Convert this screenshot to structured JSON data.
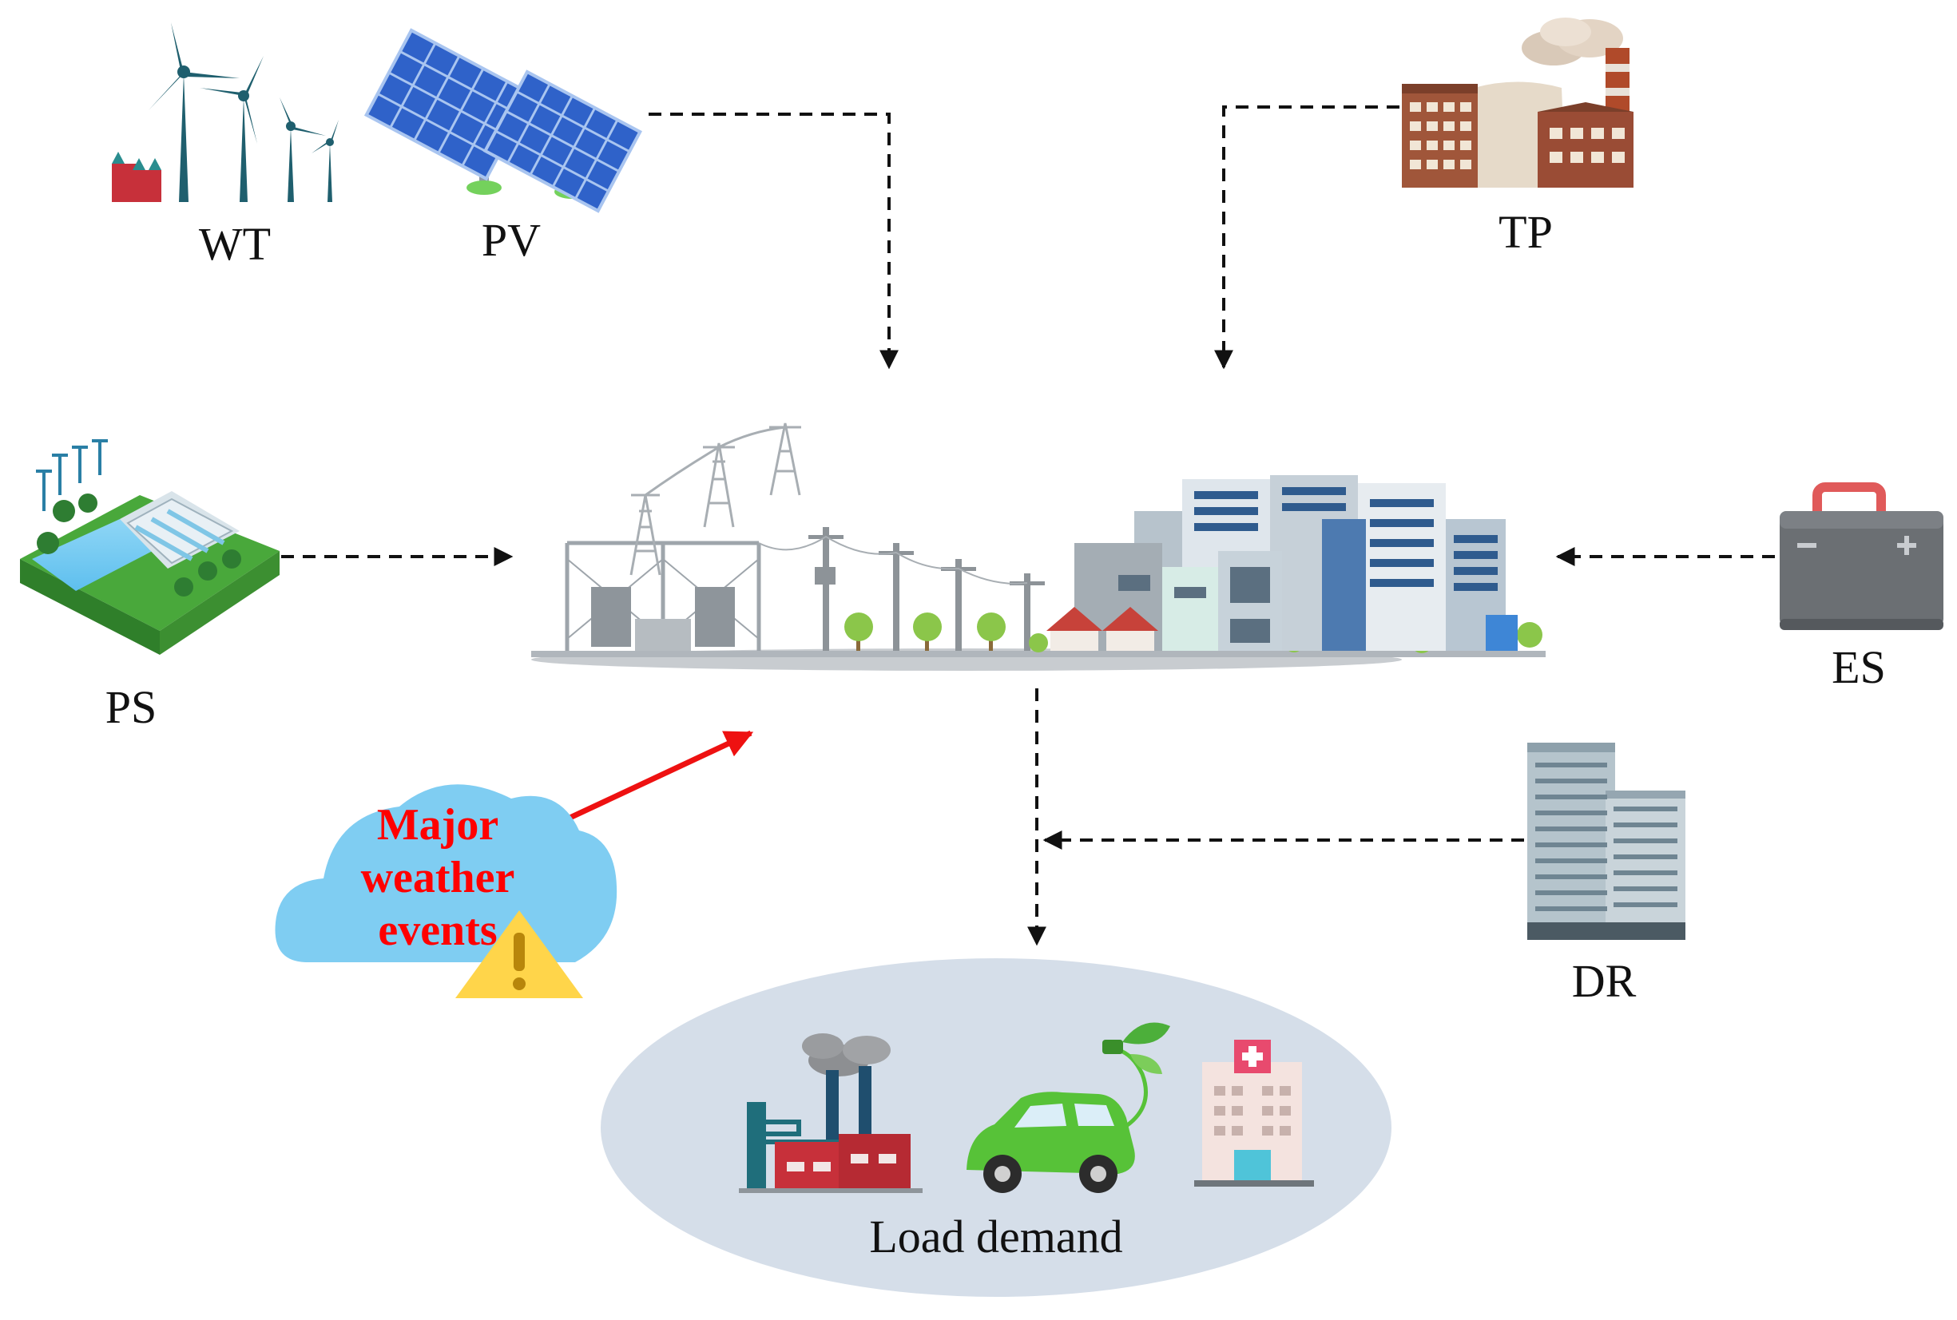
{
  "labels": {
    "wt": "WT",
    "pv": "PV",
    "tp": "TP",
    "ps": "PS",
    "es": "ES",
    "dr": "DR",
    "load": "Load demand",
    "weather_line1": "Major",
    "weather_line2": "weather",
    "weather_line3": "events"
  },
  "colors": {
    "arrow": "#111111",
    "weather_arrow": "#ee1111",
    "weather_text": "#ff0000",
    "cloud": "#7fcdf2",
    "load_ellipse": "#d5dee9",
    "solar_panel": "#2f62c9",
    "turbine": "#1f5f6e",
    "factory_brick": "#a0563a",
    "battery": "#6b6f73",
    "battery_handle": "#e05a5a",
    "ev": "#57c238",
    "hydro_water": "#3fc3e8",
    "grass": "#5fc046"
  },
  "icons": [
    "wind-turbine-icon",
    "solar-panel-icon",
    "thermal-plant-icon",
    "hydro-station-icon",
    "battery-icon",
    "office-tower-icon",
    "factory-icon",
    "electric-car-icon",
    "hospital-icon",
    "warning-icon",
    "cloud-icon"
  ]
}
